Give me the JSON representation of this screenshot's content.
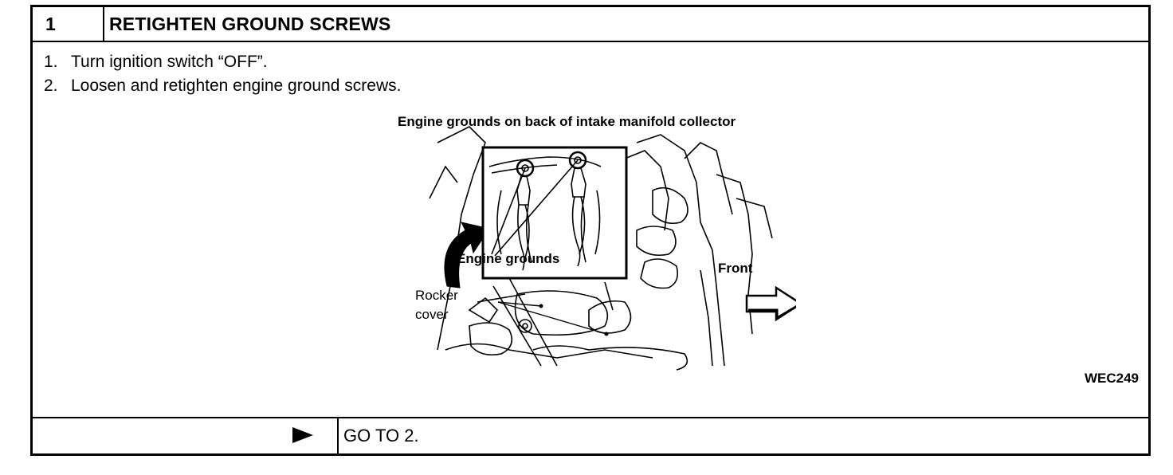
{
  "step": {
    "number": "1",
    "title": "RETIGHTEN GROUND SCREWS"
  },
  "instructions": [
    {
      "num": "1.",
      "text": "Turn ignition switch “OFF”."
    },
    {
      "num": "2.",
      "text": "Loosen and retighten engine ground screws."
    }
  ],
  "figure": {
    "caption": "Engine grounds on back of intake manifold collector",
    "labels": {
      "engine_grounds": "Engine grounds",
      "front": "Front",
      "rocker": "Rocker",
      "cover": "cover"
    },
    "reference": "WEC249"
  },
  "footer": {
    "action": "GO TO 2.",
    "arrow_icon": "right-triangle-icon"
  }
}
